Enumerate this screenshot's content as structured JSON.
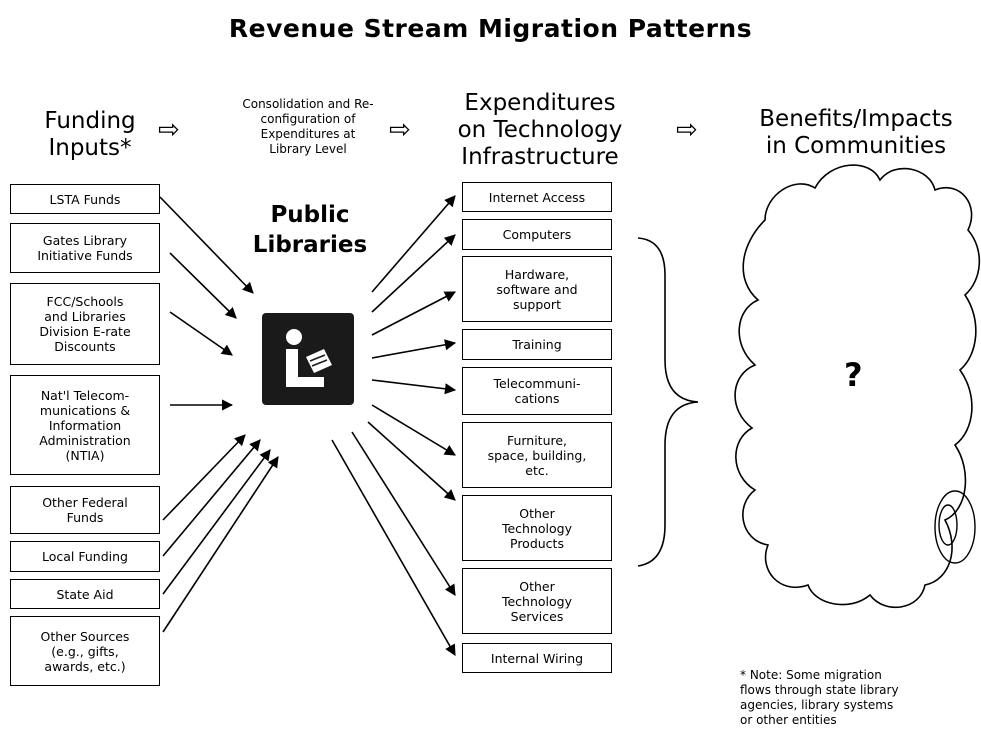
{
  "title": "Revenue Stream Migration Patterns",
  "headers": {
    "funding": "Funding\nInputs*",
    "consolidation": "Consolidation and Re-\nconfiguration of\nExpenditures at\nLibrary Level",
    "expenditures": "Expenditures\non Technology\nInfrastructure",
    "benefits": "Benefits/Impacts\nin Communities",
    "flow_glyph": "⇨"
  },
  "funding_inputs": [
    "LSTA Funds",
    "Gates Library\nInitiative Funds",
    "FCC/Schools\nand Libraries\nDivision E-rate\nDiscounts",
    "Nat'l Telecom-\nmunications &\nInformation\nAdministration\n(NTIA)",
    "Other Federal\nFunds",
    "Local Funding",
    "State Aid",
    "Other Sources\n(e.g., gifts,\nawards, etc.)"
  ],
  "center": {
    "label": "Public\nLibraries",
    "icon": "library-reader-icon"
  },
  "expenditures": [
    "Internet Access",
    "Computers",
    "Hardware,\nsoftware and\nsupport",
    "Training",
    "Telecommuni-\ncations",
    "Furniture,\nspace, building,\netc.",
    "Other\nTechnology\nProducts",
    "Other\nTechnology\nServices",
    "Internal Wiring"
  ],
  "benefits": {
    "symbol": "?"
  },
  "note": "* Note: Some migration\nflows through state library\nagencies, library systems\nor other entities",
  "colors": {
    "ink": "#000000",
    "icon_bg": "#1a1a1a",
    "icon_fg": "#ffffff"
  }
}
